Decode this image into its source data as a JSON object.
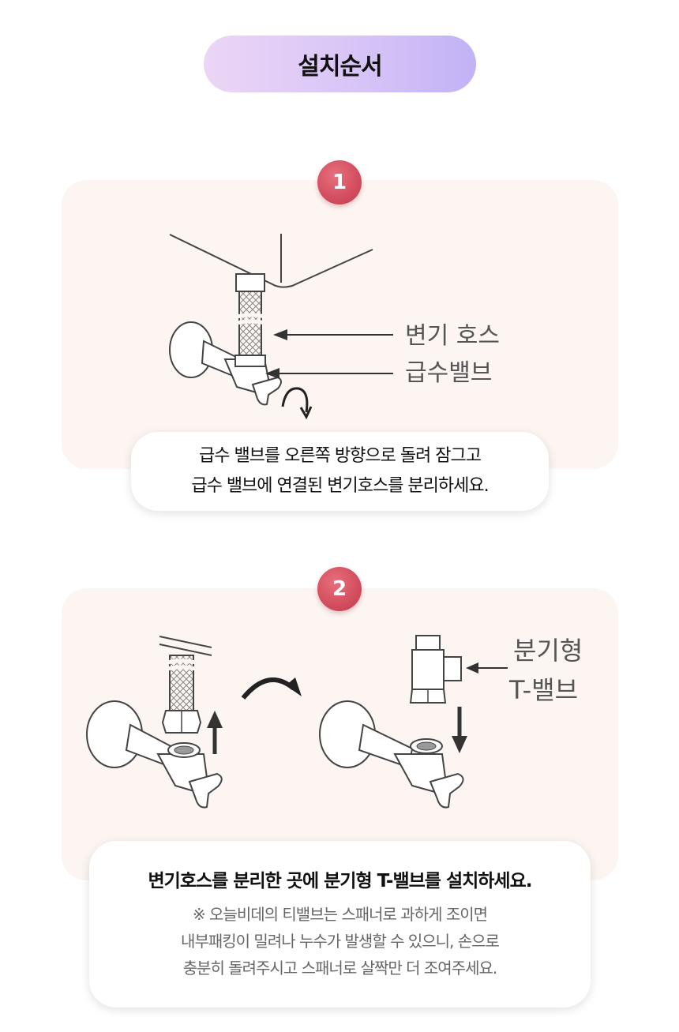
{
  "title": "설치순서",
  "steps": [
    {
      "number": "1",
      "labels": {
        "hose": "변기 호스",
        "valve": "급수밸브"
      },
      "caption_lines": [
        "급수 밸브를 오른쪽 방향으로 돌려 잠그고",
        "급수 밸브에 연결된 변기호스를 분리하세요."
      ]
    },
    {
      "number": "2",
      "labels": {
        "tvalve_line1": "분기형",
        "tvalve_line2": "T-밸브"
      },
      "caption_main": "변기호스를 분리한 곳에 분기형 T-밸브를 설치하세요.",
      "note_lines": [
        "※ 오늘비데의 티밸브는 스패너로 과하게 조이면",
        "내부패킹이 밀려나 누수가 발생할 수 있으니, 손으로",
        "충분히 돌려주시고 스패너로 살짝만 더 조여주세요."
      ]
    }
  ],
  "colors": {
    "badge": "#d24d5e",
    "panel": "#fcf5f1",
    "pill_start": "#ecd6f6",
    "pill_end": "#c2b2f6"
  }
}
